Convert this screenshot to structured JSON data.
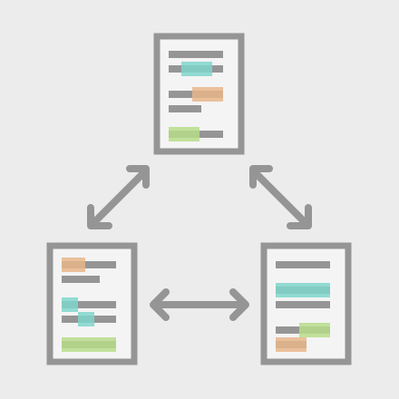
{
  "colors": {
    "background": "#ececec",
    "frame": "#959595",
    "page": "#f4f4f4",
    "line": "#959595",
    "teal_highlight": "#7fd6cb",
    "orange_highlight": "#e7b68b",
    "green_highlight": "#b7dc8a"
  },
  "documents": [
    {
      "name": "document-top",
      "lines": 5,
      "highlights": [
        "teal",
        "orange",
        "green"
      ]
    },
    {
      "name": "document-left",
      "lines": 5,
      "highlights": [
        "orange",
        "teal",
        "teal",
        "green"
      ]
    },
    {
      "name": "document-right",
      "lines": 5,
      "highlights": [
        "teal",
        "green",
        "orange"
      ]
    }
  ],
  "connections": [
    {
      "from": "document-top",
      "to": "document-left",
      "arrow": "double-headed"
    },
    {
      "from": "document-top",
      "to": "document-right",
      "arrow": "double-headed"
    },
    {
      "from": "document-left",
      "to": "document-right",
      "arrow": "double-headed"
    }
  ]
}
